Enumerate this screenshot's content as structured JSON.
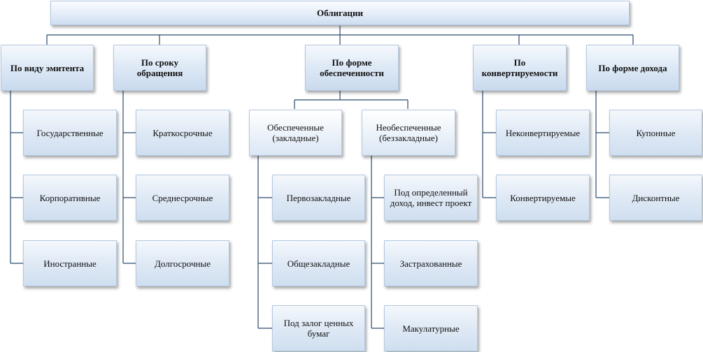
{
  "root": {
    "label": "Облигации"
  },
  "categories": [
    {
      "label": "По виду эмитента"
    },
    {
      "label": "По сроку\nобращения"
    },
    {
      "label": "По форме\nобеспеченности"
    },
    {
      "label": "По\nконвертируемости"
    },
    {
      "label": "По форме дохода"
    }
  ],
  "emitter_items": [
    "Государственные",
    "Корпоративные",
    "Иностранные"
  ],
  "term_items": [
    "Краткосрочные",
    "Среднесрочные",
    "Долгосрочные"
  ],
  "security_groups": [
    {
      "label": "Обеспеченные\n(закладные)",
      "items": [
        "Первозакладные",
        "Общезакладные",
        "Под залог ценных\nбумаг"
      ]
    },
    {
      "label": "Необеспеченные\n(беззакладные)",
      "items": [
        "Под определенный\nдоход, инвест проект",
        "Застрахованные",
        "Макулатурные"
      ]
    }
  ],
  "conversion_items": [
    "Неконвертируемые",
    "Конвертируемые"
  ],
  "income_items": [
    "Купонные",
    "Дисконтные"
  ],
  "colors": {
    "line": "#2b4a6e",
    "box_border": "#b3c8e0",
    "box_fill": "#dfeaf6"
  }
}
